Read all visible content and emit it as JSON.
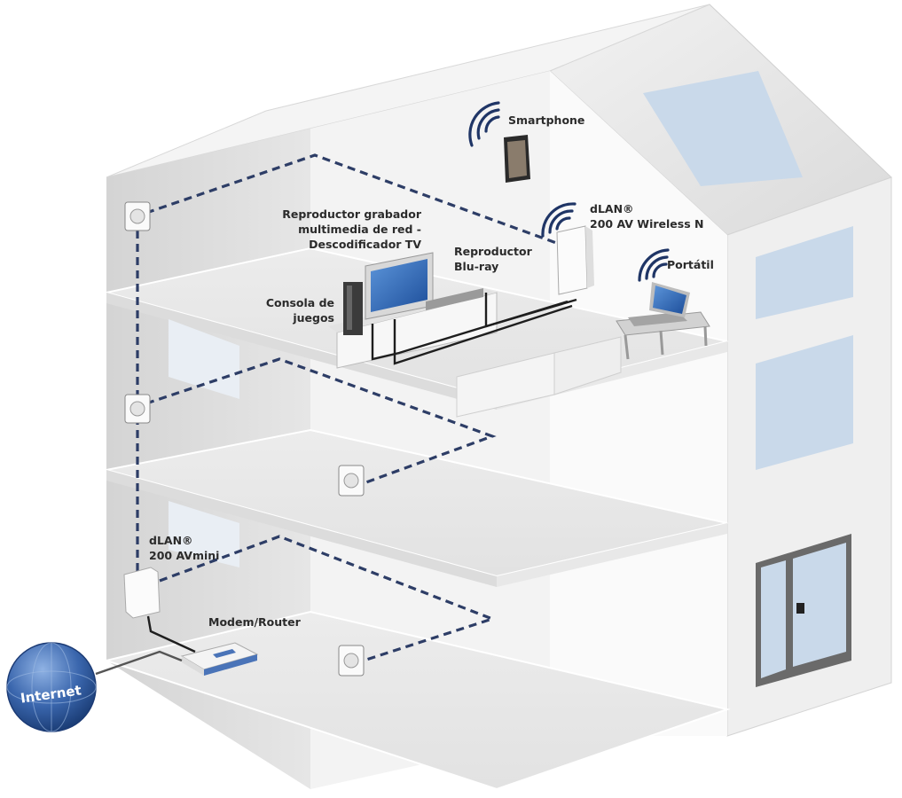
{
  "diagram": {
    "title": "dLAN home network illustration",
    "language": "es",
    "labels": {
      "smartphone": "Smartphone",
      "wireless_adapter_line1": "dLAN®",
      "wireless_adapter_line2": "200 AV Wireless N",
      "media_player_line1": "Reproductor grabador",
      "media_player_line2": "multimedia de red -",
      "media_player_line3": "Descodificador TV",
      "bluray_line1": "Reproductor",
      "bluray_line2": "Blu-ray",
      "console_line1": "Consola de",
      "console_line2": "juegos",
      "laptop": "Portátil",
      "mini_adapter_line1": "dLAN®",
      "mini_adapter_line2": "200 AVmini",
      "router": "Modem/Router",
      "internet": "Internet"
    },
    "colors": {
      "powerline": "#2d3d66",
      "wifi": "#1f3566",
      "globe": "#3a66ad",
      "window_glass": "#c9d9ea",
      "screen": "#2f67b8"
    }
  }
}
